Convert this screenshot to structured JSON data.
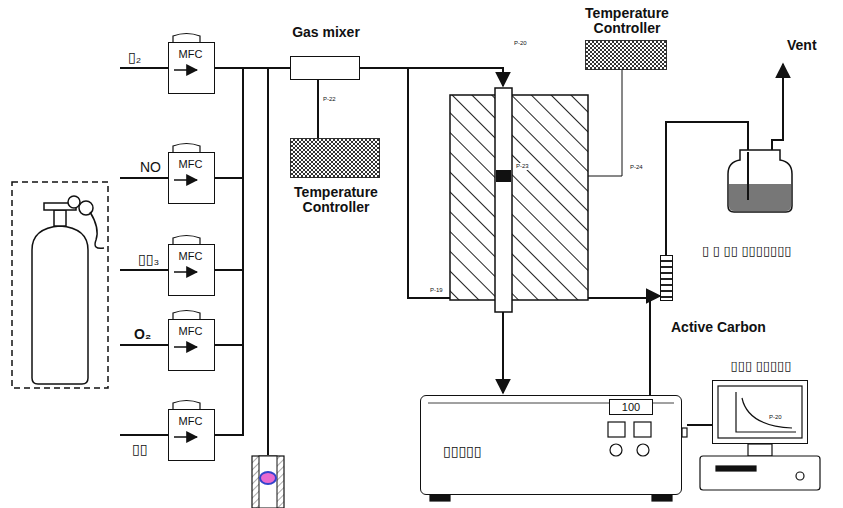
{
  "diagram": {
    "nodes": [
      {
        "text": [
          "MFC"
        ]
      },
      {
        "text": [
          "MFC"
        ]
      },
      {
        "text": [
          "MFC"
        ]
      },
      {
        "text": [
          "MFC"
        ]
      },
      {
        "text": [
          "MFC"
        ]
      },
      {
        "text": [
          "Gas mixer"
        ]
      },
      {
        "text": [
          "Temperature Controller"
        ]
      },
      {
        "text": [
          "Temperature Controller"
        ]
      },
      {
        "text": [
          "Active Carbon"
        ]
      },
      {
        "text": [
          "▯▯▯▯▯",
          "100"
        ]
      },
      {
        "text": [
          "▯▯▯ ▯▯▯▯▯"
        ]
      }
    ],
    "edges": [
      {
        "from": 0,
        "to": 5,
        "arrow": "none"
      },
      {
        "from": 1,
        "to": 5,
        "arrow": "none"
      },
      {
        "from": 2,
        "to": 5,
        "arrow": "none"
      },
      {
        "from": 3,
        "to": 5,
        "arrow": "none"
      },
      {
        "from": 4,
        "to": 5,
        "arrow": "none"
      },
      {
        "from": 5,
        "to": 6,
        "arrow": "none"
      },
      {
        "from": 9,
        "to": 8,
        "arrow": "to"
      },
      {
        "from": 9,
        "to": 10,
        "arrow": "none"
      }
    ],
    "labels": [
      "▯₂",
      "NO",
      "▯▯₃",
      "O₂",
      "▯▯",
      "Vent",
      "▯ ▯ ▯▯ ▯▯▯▯▯▯▯",
      "P-22",
      "P-20",
      "P-23",
      "P-24",
      "P-19",
      "P-20"
    ]
  }
}
